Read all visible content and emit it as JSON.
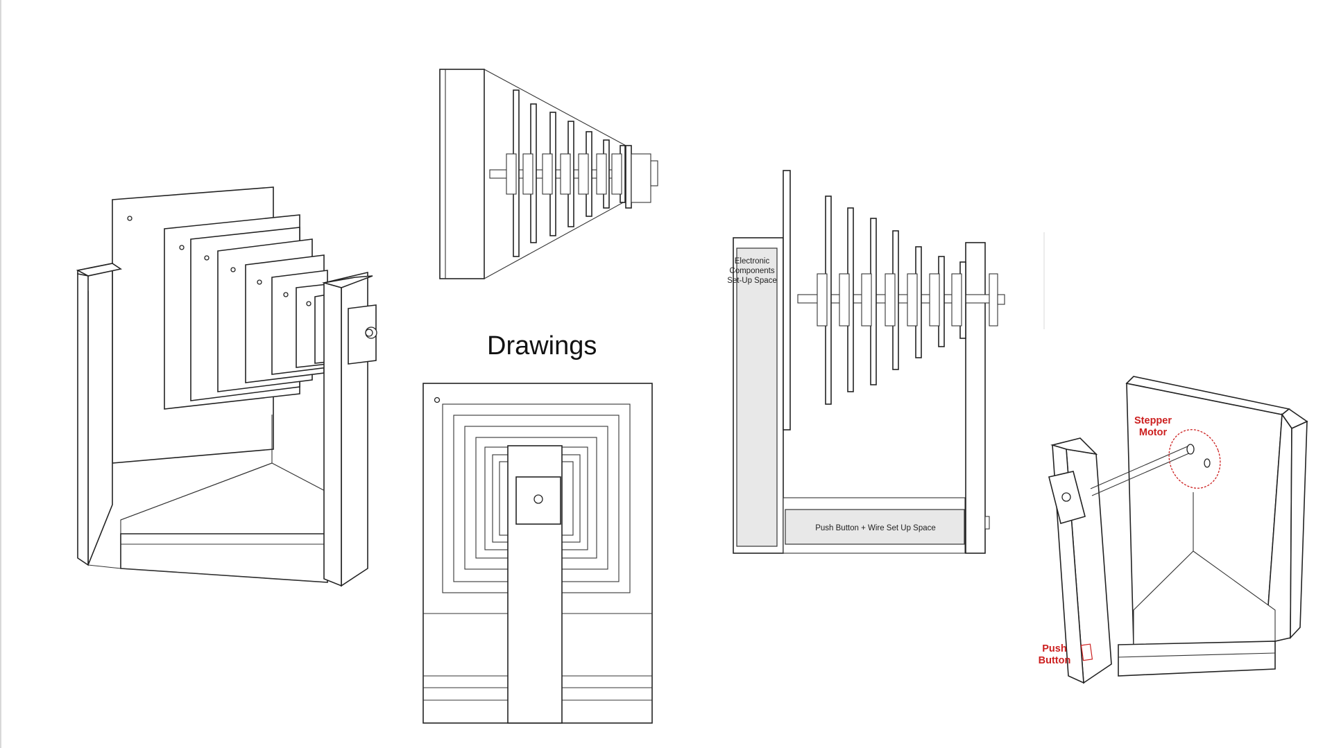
{
  "title": "Drawings",
  "labels": {
    "electronics_line1": "Electronic",
    "electronics_line2": "Components",
    "electronics_line3": "Set-Up Space",
    "push_button_space": "Push Button + Wire Set Up Space",
    "stepper_line1": "Stepper",
    "stepper_line2": "Motor",
    "push_line1": "Push",
    "push_line2": "Button"
  },
  "colors": {
    "callout_red": "#cc1f1f",
    "shaded_region": "#e8e8e8",
    "line": "#222222"
  }
}
